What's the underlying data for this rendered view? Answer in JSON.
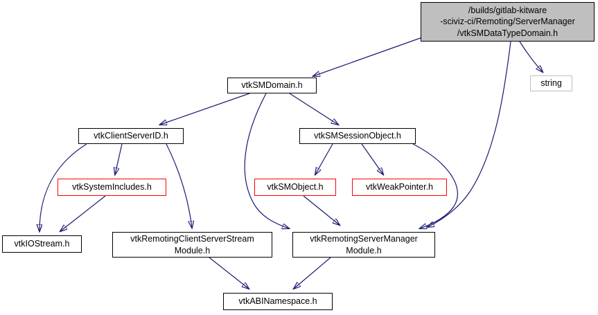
{
  "diagram_type": "include-dependency-graph",
  "colors": {
    "edge": "#191970",
    "node_border": "#000000",
    "truncated_node_border": "#ff0000",
    "external_node_border": "#bfbfbf",
    "root_node_fill": "#bfbfbf",
    "node_fill": "#ffffff"
  },
  "nodes": {
    "root": {
      "label": "/builds/gitlab-kitware\n-sciviz-ci/Remoting/ServerManager\n/vtkSMDataTypeDomain.h"
    },
    "smdomain": {
      "label": "vtkSMDomain.h"
    },
    "string": {
      "label": "string"
    },
    "clientsrvid": {
      "label": "vtkClientServerID.h"
    },
    "smsession": {
      "label": "vtkSMSessionObject.h"
    },
    "sysincludes": {
      "label": "vtkSystemIncludes.h"
    },
    "smobject": {
      "label": "vtkSMObject.h"
    },
    "weakpointer": {
      "label": "vtkWeakPointer.h"
    },
    "iostream": {
      "label": "vtkIOStream.h"
    },
    "remotingcss": {
      "label": "vtkRemotingClientServerStream\nModule.h"
    },
    "remotingsm": {
      "label": "vtkRemotingServerManager\nModule.h"
    },
    "abinamespace": {
      "label": "vtkABINamespace.h"
    }
  },
  "edges": [
    {
      "from": "vtkSMDataTypeDomain.h",
      "to": "vtkSMDomain.h"
    },
    {
      "from": "vtkSMDataTypeDomain.h",
      "to": "string"
    },
    {
      "from": "vtkSMDataTypeDomain.h",
      "to": "vtkRemotingServerManagerModule.h"
    },
    {
      "from": "vtkSMDomain.h",
      "to": "vtkClientServerID.h"
    },
    {
      "from": "vtkSMDomain.h",
      "to": "vtkSMSessionObject.h"
    },
    {
      "from": "vtkSMDomain.h",
      "to": "vtkRemotingServerManagerModule.h"
    },
    {
      "from": "vtkClientServerID.h",
      "to": "vtkSystemIncludes.h"
    },
    {
      "from": "vtkClientServerID.h",
      "to": "vtkIOStream.h"
    },
    {
      "from": "vtkClientServerID.h",
      "to": "vtkRemotingClientServerStreamModule.h"
    },
    {
      "from": "vtkSystemIncludes.h",
      "to": "vtkIOStream.h"
    },
    {
      "from": "vtkSMSessionObject.h",
      "to": "vtkSMObject.h"
    },
    {
      "from": "vtkSMSessionObject.h",
      "to": "vtkWeakPointer.h"
    },
    {
      "from": "vtkSMSessionObject.h",
      "to": "vtkRemotingServerManagerModule.h"
    },
    {
      "from": "vtkSMObject.h",
      "to": "vtkRemotingServerManagerModule.h"
    },
    {
      "from": "vtkRemotingClientServerStreamModule.h",
      "to": "vtkABINamespace.h"
    },
    {
      "from": "vtkRemotingServerManagerModule.h",
      "to": "vtkABINamespace.h"
    }
  ]
}
